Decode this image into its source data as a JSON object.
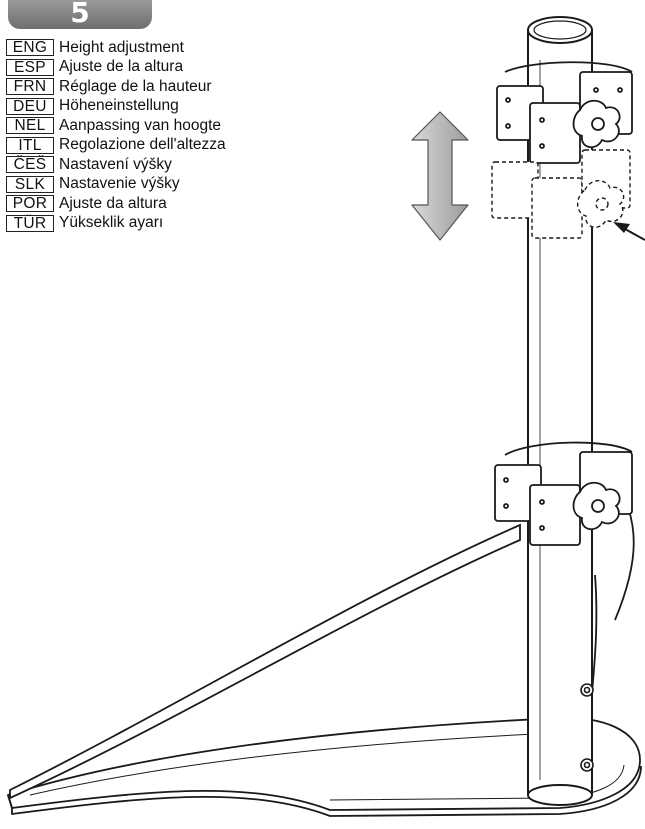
{
  "step": {
    "number": "5"
  },
  "languages": [
    {
      "code": "ENG",
      "text": "Height adjustment"
    },
    {
      "code": "ESP",
      "text": "Ajuste de la altura"
    },
    {
      "code": "FRN",
      "text": "Réglage de la hauteur"
    },
    {
      "code": "DEU",
      "text": "Höheneinstellung"
    },
    {
      "code": "NEL",
      "text": "Aanpassing van hoogte"
    },
    {
      "code": "ITL",
      "text": "Regolazione dell'altezza"
    },
    {
      "code": "ČEŠ",
      "text": "Nastavení výšky"
    },
    {
      "code": "SLK",
      "text": "Nastavenie výšky"
    },
    {
      "code": "POR",
      "text": "Ajuste da altura"
    },
    {
      "code": "TÜR",
      "text": "Yükseklik ayarı"
    }
  ],
  "illustration": {
    "subject": "monitor-stand-pole-with-clamps",
    "arrow_color": "#b3b3b3"
  }
}
